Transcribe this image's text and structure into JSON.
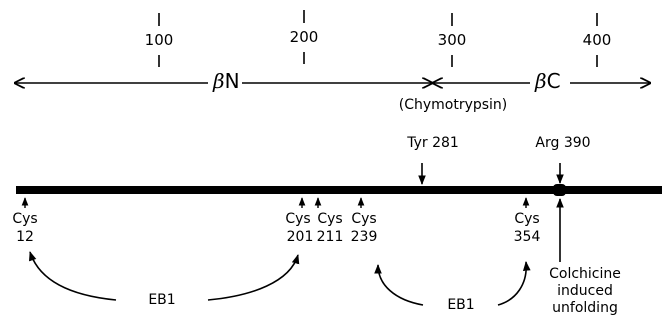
{
  "scale": {
    "ticks": [
      {
        "value": 100,
        "label": "100"
      },
      {
        "value": 200,
        "label": "200"
      },
      {
        "value": 300,
        "label": "300"
      },
      {
        "value": 400,
        "label": "400"
      }
    ]
  },
  "domains": {
    "n_label_greek": "β",
    "n_label_letter": "N",
    "c_label_greek": "β",
    "c_label_letter": "C",
    "cleavage_label": "(Chymotrypsin)"
  },
  "above_markers": [
    {
      "residue": 281,
      "label": "Tyr 281"
    },
    {
      "residue": 390,
      "label": "Arg 390"
    }
  ],
  "below_markers": [
    {
      "name": "Cys",
      "number": "12"
    },
    {
      "name": "Cys",
      "number": "201"
    },
    {
      "name": "Cys",
      "number": "211"
    },
    {
      "name": "Cys",
      "number": "239"
    },
    {
      "name": "Cys",
      "number": "354"
    }
  ],
  "eb1_links": [
    {
      "label": "EB1",
      "from": "12",
      "to": "201"
    },
    {
      "label": "EB1",
      "from": "239",
      "to": "354"
    }
  ],
  "unfolding": {
    "lines": [
      "Colchicine",
      "induced",
      "unfolding"
    ]
  }
}
